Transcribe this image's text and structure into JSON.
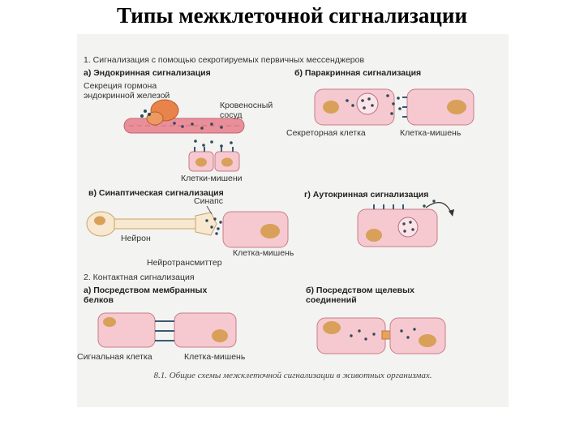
{
  "slide": {
    "title": "Типы межклеточной сигнализации"
  },
  "figure": {
    "section1": "1. Сигнализация с помощью секротируемых первичных мессенджеров",
    "panel_a": {
      "title": "а) Эндокринная сигнализация",
      "secretion_label_1": "Секреция гормона",
      "secretion_label_2": "эндокринной железой",
      "vessel_label_1": "Кровеносный",
      "vessel_label_2": "сосуд",
      "targets_label": "Клетки-мишени"
    },
    "panel_b": {
      "title": "б) Паракринная сигнализация",
      "secretory_label": "Секреторная клетка",
      "target_label": "Клетка-мишень"
    },
    "panel_v": {
      "title": "в) Синаптическая сигнализация",
      "synapse_label": "Синапс",
      "neuron_label": "Нейрон",
      "target_label": "Клетка-мишень",
      "neurotransmitter_label": "Нейротрансмиттер"
    },
    "panel_g": {
      "title": "г) Аутокринная сигнализация"
    },
    "section2": "2. Контактная сигнализация",
    "panel_a2": {
      "title_1": "а) Посредством мембранных",
      "title_2": "белков",
      "signal_label": "Сигнальная клетка",
      "target_label": "Клетка-мишень"
    },
    "panel_b2": {
      "title_1": "б) Посредством щелевых",
      "title_2": "соединений"
    },
    "caption": "8.1. Общие схемы межклеточной сигнализации в животных организмах."
  },
  "colors": {
    "cell_fill": "#f5c9cf",
    "cell_stroke": "#c87c8a",
    "nucleus": "#d9a05a",
    "vessel": "#e98f99",
    "gland": "#e8834a",
    "molecule": "#2f4858",
    "background": "#f3f3f1"
  }
}
